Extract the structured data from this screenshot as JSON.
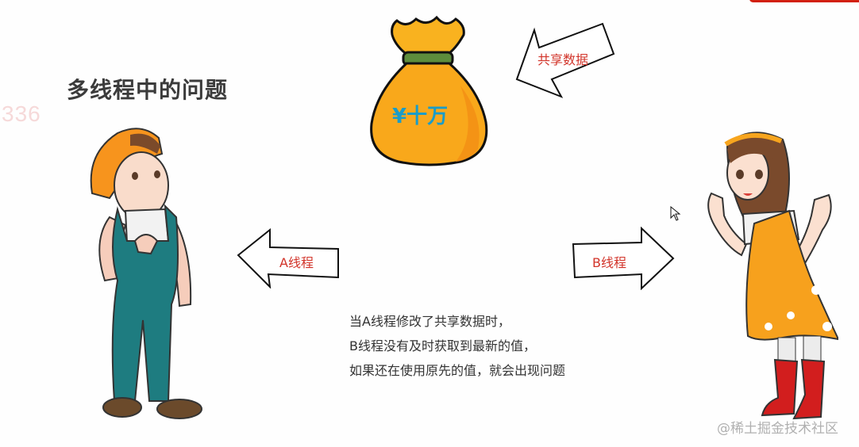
{
  "slide": {
    "title": "多线程中的问题",
    "page_number": "336",
    "shared_data_arrow": {
      "label": "共享数据",
      "direction": "down-left"
    },
    "money_bag": {
      "label": "¥十万",
      "colors": {
        "bag": "#f8a51c",
        "band": "#5a8a3a",
        "text": "#1a9cc8"
      }
    },
    "thread_a_arrow": {
      "label": "A线程",
      "direction": "left"
    },
    "thread_b_arrow": {
      "label": "B线程",
      "direction": "right"
    },
    "description": [
      "当A线程修改了共享数据时，",
      "B线程没有及时获取到最新的值，",
      "如果还在使用原先的值，就会出现问题"
    ],
    "characters": {
      "left": "boy-with-orange-cap",
      "right": "girl-in-orange-dress"
    }
  },
  "watermark": "@稀土掘金技术社区",
  "colors": {
    "accent_red": "#d2200f",
    "label_red": "#d2342a",
    "title_text": "#3b3b3b"
  }
}
